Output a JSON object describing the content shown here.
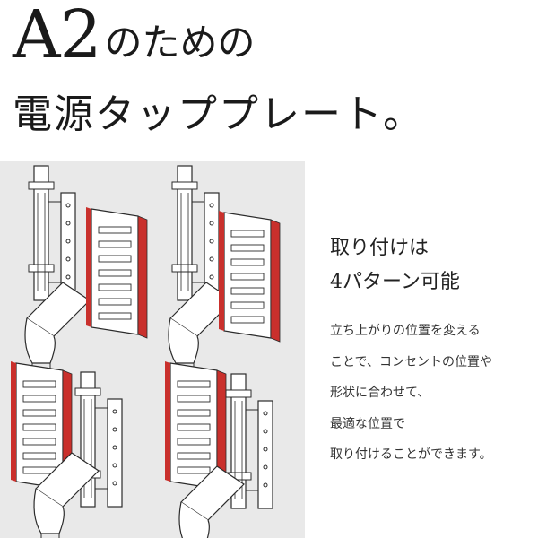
{
  "headline": {
    "line1_big": "A2",
    "line1_small": "のための",
    "line2": "電源タッププレート。"
  },
  "caption": {
    "title_lines": [
      "取り付けは",
      "4パターン可能"
    ],
    "body_lines": [
      "立ち上がりの位置を変える",
      "ことで、コンセントの位置や",
      "形状に合わせて、",
      "最適な位置で",
      "取り付けることができます。"
    ]
  },
  "colors": {
    "panel": "#e9e9e9",
    "plate_accent": "#c9302c",
    "line": "#2b2b2b"
  },
  "illustrations": {
    "count": 4,
    "plate_positions": [
      "right-high",
      "right-low",
      "left-high",
      "left-low"
    ]
  }
}
